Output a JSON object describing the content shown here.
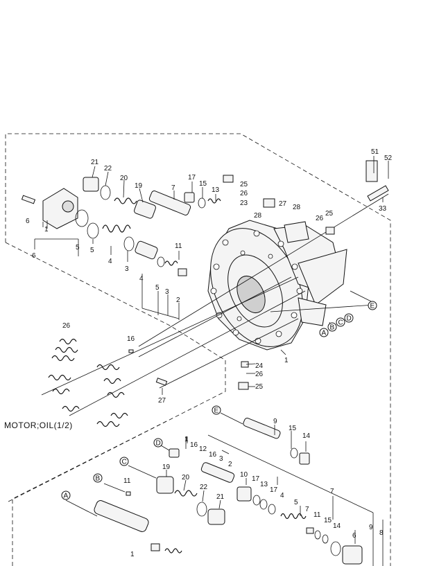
{
  "caption": "MOTOR;OIL(1/2)",
  "callouts": {
    "c51": "51",
    "c52": "52",
    "c33": "33",
    "c21a": "21",
    "c22a": "22",
    "c20a": "20",
    "c19a": "19",
    "c7a": "7",
    "c17a": "17",
    "c15a": "15",
    "c13a": "13",
    "c25a": "25",
    "c26a": "26",
    "c23a": "23",
    "c27a": "27",
    "c28a": "28",
    "c28b": "28",
    "c25b": "25",
    "c26b": "26",
    "c6a": "6",
    "c1a": "1",
    "c5a": "5",
    "c6b": "6",
    "c5b": "5",
    "c4a": "4",
    "c3a": "3",
    "c11a": "11",
    "c4b": "4",
    "c5c": "5",
    "c3b": "3",
    "c2a": "2",
    "c26c": "26",
    "c16a": "16",
    "c1b": "1",
    "c24a": "24",
    "c26d": "26",
    "c25c": "25",
    "c27b": "27",
    "c9a": "9",
    "c15b": "15",
    "c14a": "14",
    "c1c": "1",
    "c16b": "16",
    "c12a": "12",
    "c16c": "16",
    "c3c": "3",
    "c2b": "2",
    "c19b": "19",
    "c20b": "20",
    "c11b": "11",
    "c10a": "10",
    "c17b": "17",
    "c13b": "13",
    "c17c": "17",
    "c4c": "4",
    "c22b": "22",
    "c21b": "21",
    "c5d": "5",
    "c7b": "7",
    "c7c": "7",
    "c11c": "11",
    "c15c": "15",
    "c14b": "14",
    "c6c": "6",
    "c9b": "9",
    "c8a": "8",
    "c1d": "1"
  },
  "letters": {
    "E1": "E",
    "A1": "A",
    "B1": "B",
    "C1": "C",
    "D1": "D",
    "E2": "E",
    "D2": "D",
    "C2": "C",
    "B2": "B",
    "A2": "A"
  }
}
